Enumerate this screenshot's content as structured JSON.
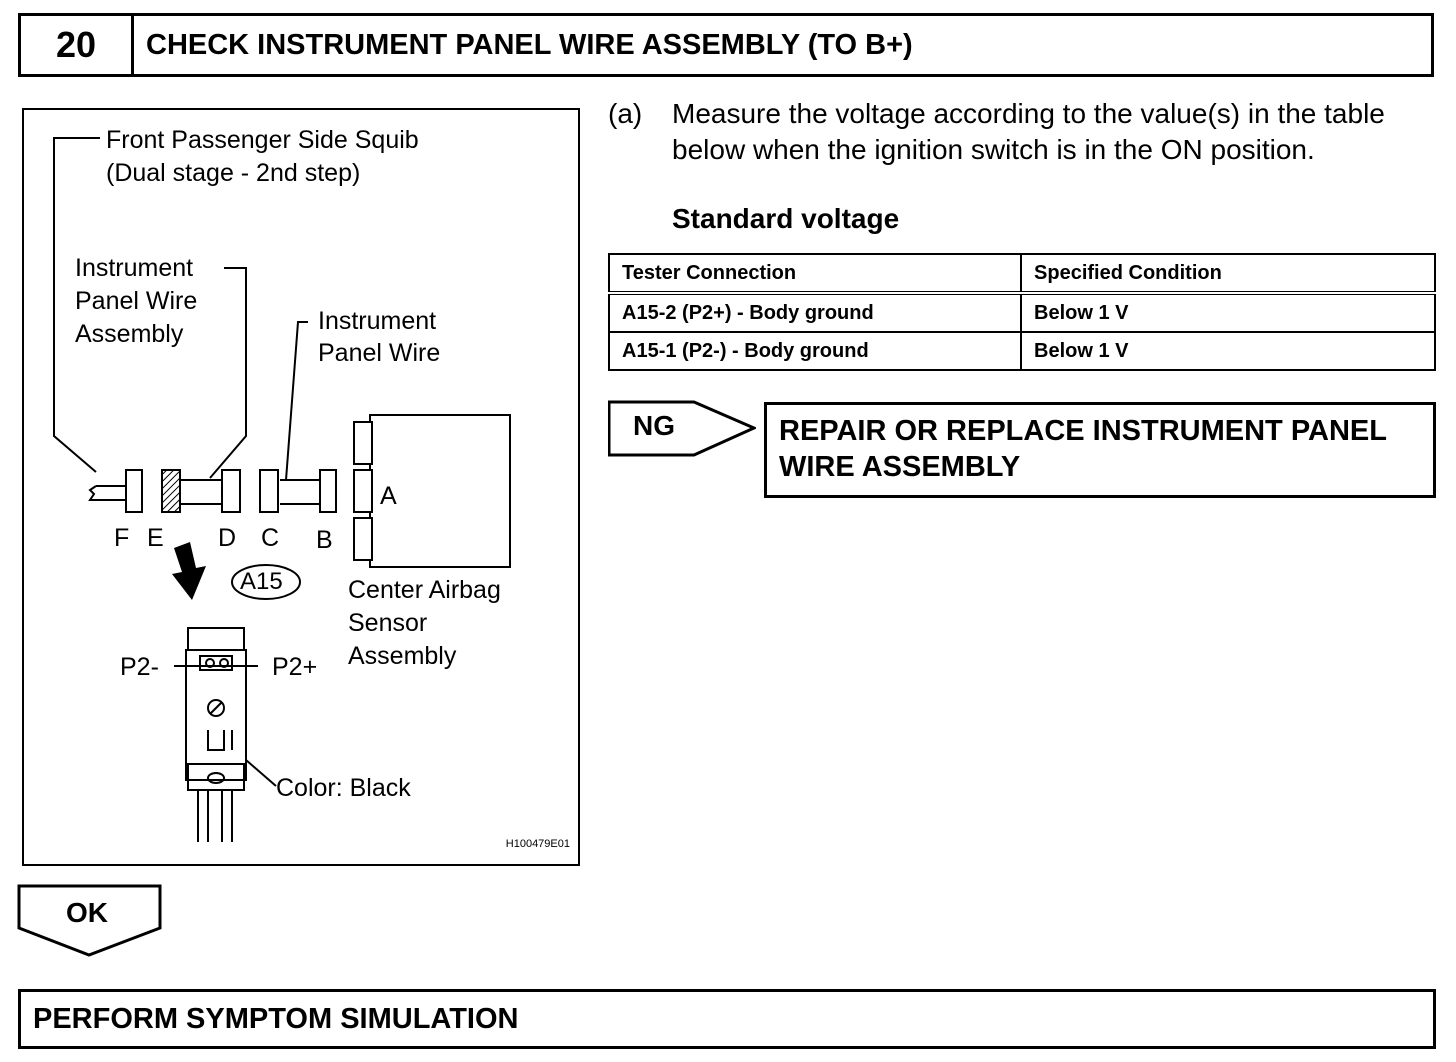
{
  "step": {
    "number": "20",
    "title": "CHECK INSTRUMENT PANEL WIRE ASSEMBLY (TO B+)"
  },
  "figure": {
    "squib_label_line1": "Front Passenger Side Squib",
    "squib_label_line2": "(Dual stage - 2nd step)",
    "ip_wire_assy_line1": "Instrument",
    "ip_wire_assy_line2": "Panel Wire",
    "ip_wire_assy_line3": "Assembly",
    "ip_wire_line1": "Instrument",
    "ip_wire_line2": "Panel Wire",
    "connector_a": "A",
    "connector_b": "B",
    "connector_c": "C",
    "connector_d": "D",
    "connector_e": "E",
    "connector_f": "F",
    "connector_code": "A15",
    "center_sensor_line1": "Center Airbag",
    "center_sensor_line2": "Sensor",
    "center_sensor_line3": "Assembly",
    "pin_p2_minus": "P2-",
    "pin_p2_plus": "P2+",
    "color_label": "Color: Black",
    "figure_id": "H100479E01"
  },
  "instruction": {
    "marker": "(a)",
    "text": "Measure the voltage according to the value(s) in the table below when the ignition switch is in the ON position.",
    "standard_heading": "Standard voltage"
  },
  "table": {
    "headers": [
      "Tester Connection",
      "Specified Condition"
    ],
    "rows": [
      [
        "A15-2 (P2+) - Body ground",
        "Below 1 V"
      ],
      [
        "A15-1 (P2-) - Body ground",
        "Below 1 V"
      ]
    ]
  },
  "ng": {
    "label": "NG",
    "action": "REPAIR OR REPLACE INSTRUMENT PANEL WIRE ASSEMBLY"
  },
  "ok": {
    "label": "OK"
  },
  "next_step": {
    "title": "PERFORM SYMPTOM SIMULATION"
  }
}
